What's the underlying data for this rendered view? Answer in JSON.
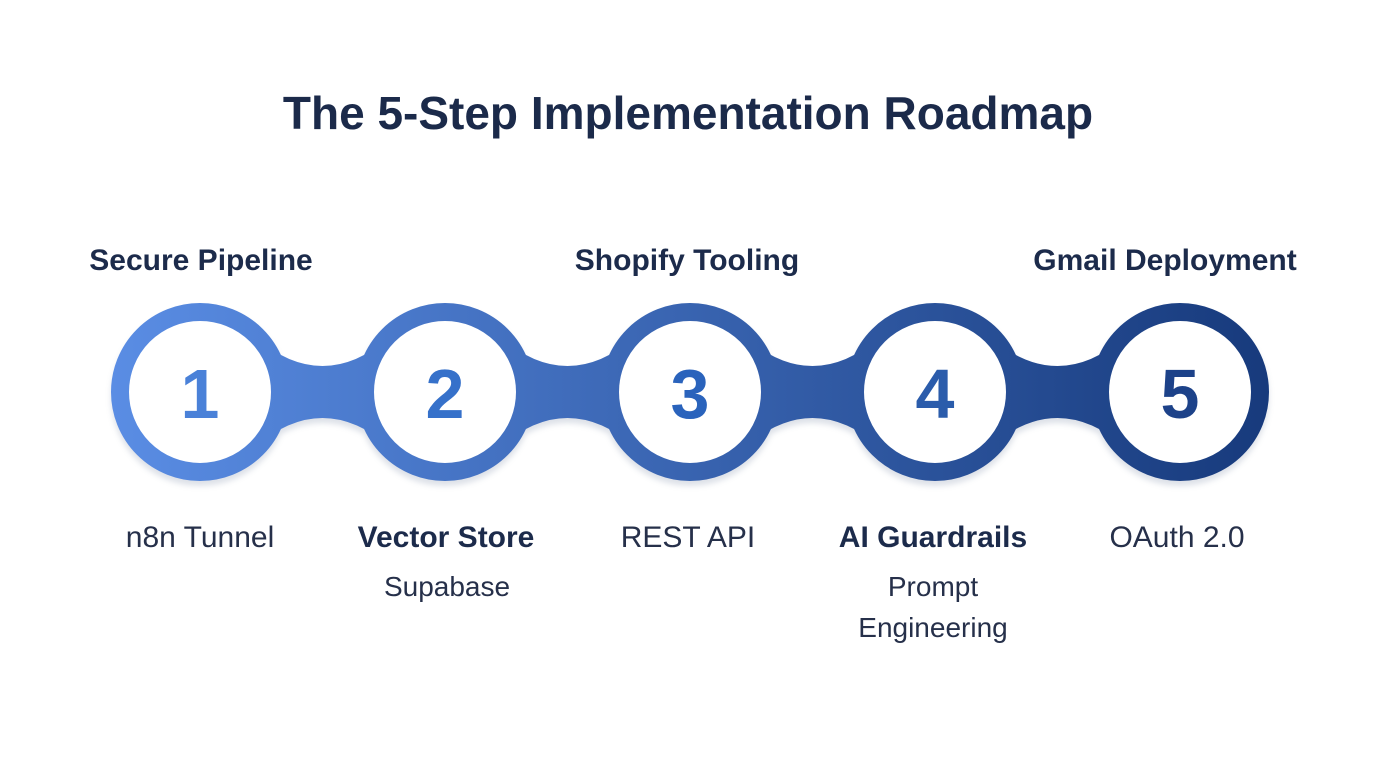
{
  "title": "The 5-Step Implementation Roadmap",
  "steps": [
    {
      "number": "1",
      "top_label": "Secure Pipeline",
      "label": "n8n Tunnel",
      "number_color": "#4a81d8"
    },
    {
      "number": "2",
      "label": "Vector Store",
      "sublabel": "Supabase",
      "number_color": "#3671ca"
    },
    {
      "number": "3",
      "top_label": "Shopify Tooling",
      "label": "REST API",
      "number_color": "#2a63bc"
    },
    {
      "number": "4",
      "label": "AI Guardrails",
      "sublabel": "Prompt Engineering",
      "number_color": "#2b5cab"
    },
    {
      "number": "5",
      "top_label": "Gmail Deployment",
      "label": "OAuth 2.0",
      "number_color": "#1d4289"
    }
  ],
  "colors": {
    "gradient_start": "#5a8de4",
    "gradient_end": "#173a7c",
    "title_text": "#1b2a4a",
    "label_text": "#26304a",
    "circle_fill": "#ffffff"
  }
}
